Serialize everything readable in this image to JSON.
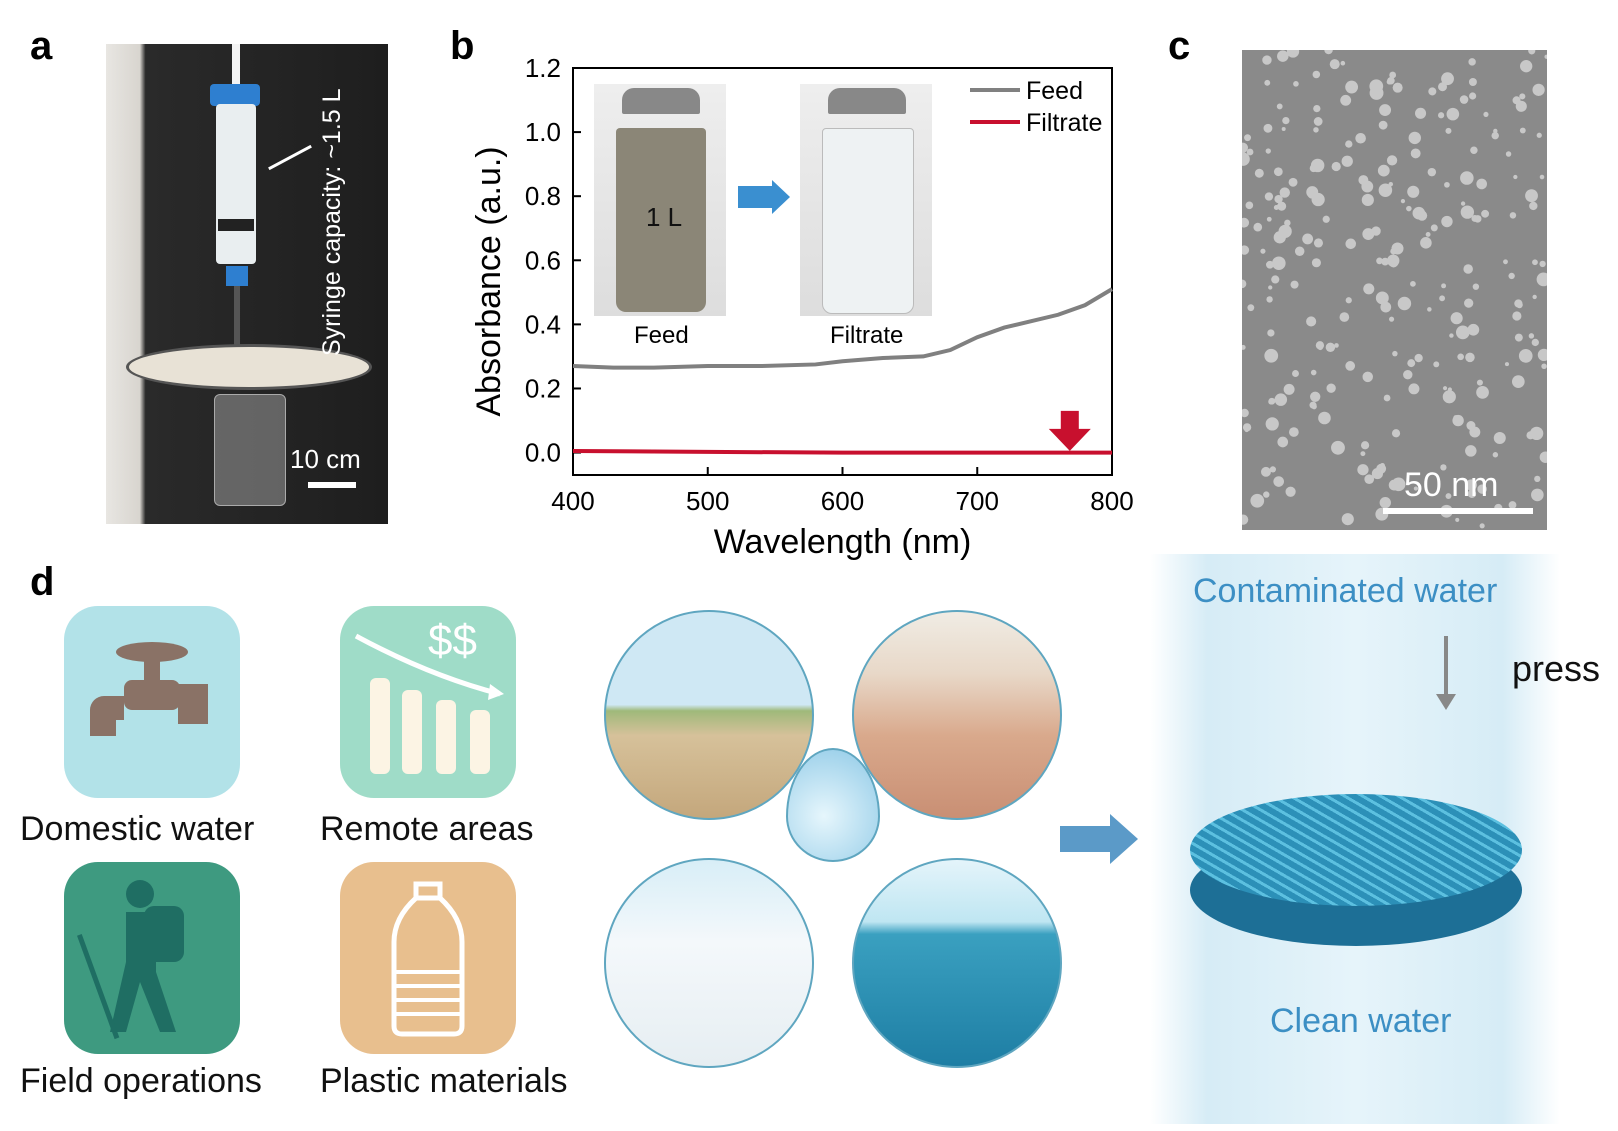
{
  "panels": {
    "a": {
      "label": "a",
      "annotation": "Syringe capacity: ~1.5 L",
      "scale": "10 cm"
    },
    "b": {
      "label": "b",
      "inset_feed": "Feed",
      "inset_filtrate": "Filtrate",
      "inset_volume": "1 L"
    },
    "c": {
      "label": "c",
      "scale": "50 nm"
    },
    "d": {
      "label": "d",
      "tiles": [
        "Domestic water",
        "Remote areas",
        "Field operations",
        "Plastic materials"
      ],
      "remote_symbol": "$$",
      "contaminated": "Contaminated water",
      "press": "press",
      "clean": "Clean water"
    }
  },
  "colors": {
    "feed": "#808080",
    "filtrate": "#c8102e",
    "arrow_blue": "#3a8fd0",
    "tile_domestic": "#b2e2e8",
    "tile_remote": "#9fdcc8",
    "tile_field": "#3e9a80",
    "tile_plastic": "#e8bf8e"
  },
  "chart_data": {
    "type": "line",
    "xlabel": "Wavelength (nm)",
    "ylabel": "Absorbance (a.u.)",
    "xlim": [
      400,
      800
    ],
    "ylim": [
      -0.07,
      1.2
    ],
    "xticks": [
      "400",
      "500",
      "600",
      "700",
      "800"
    ],
    "yticks": [
      "0.0",
      "0.2",
      "0.4",
      "0.6",
      "0.8",
      "1.0",
      "1.2"
    ],
    "legend": "top-right",
    "series": [
      {
        "name": "Feed",
        "x": [
          400,
          430,
          460,
          500,
          540,
          580,
          600,
          630,
          660,
          680,
          700,
          720,
          740,
          760,
          780,
          800
        ],
        "y": [
          0.27,
          0.265,
          0.265,
          0.27,
          0.27,
          0.275,
          0.285,
          0.295,
          0.3,
          0.32,
          0.36,
          0.39,
          0.41,
          0.43,
          0.46,
          0.51
        ]
      },
      {
        "name": "Filtrate",
        "x": [
          400,
          500,
          600,
          700,
          800
        ],
        "y": [
          0.005,
          0.002,
          0.0,
          0.0,
          0.0
        ]
      }
    ]
  }
}
